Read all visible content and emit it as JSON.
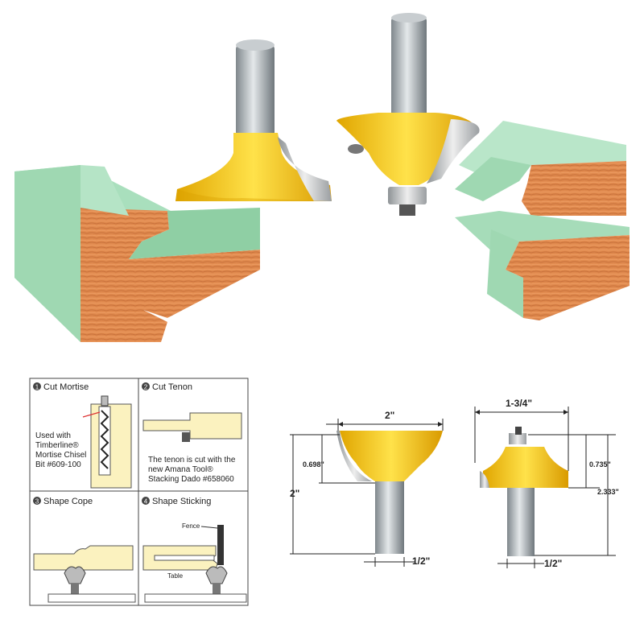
{
  "steps": [
    {
      "number": "1",
      "title": "Cut Mortise",
      "note_lines": [
        "Used with",
        "Timberline®",
        "Mortise Chisel",
        "Bit #609-100"
      ]
    },
    {
      "number": "2",
      "title": "Cut Tenon",
      "note_lines": [
        "The tenon is cut with the",
        "new Amana Tool®",
        "Stacking Dado #658060"
      ]
    },
    {
      "number": "3",
      "title": "Shape Cope"
    },
    {
      "number": "4",
      "title": "Shape Sticking",
      "labels": {
        "fence": "Fence",
        "table": "Table"
      }
    }
  ],
  "dimensions": {
    "cope_bit": {
      "width": "2\"",
      "cut_height": "0.698\"",
      "overall_height": "2\"",
      "shank": "1/2\""
    },
    "stick_bit": {
      "width": "1-3/4\"",
      "cut_height": "0.735\"",
      "overall_height": "2.333\"",
      "shank": "1/2\""
    }
  },
  "colors": {
    "cutter": "#f2c21e",
    "carbide": "#c9c9c9",
    "shank": "#a9b0b4",
    "wood_face": "#e08a4e",
    "profile_face": "#9fd8b2"
  }
}
